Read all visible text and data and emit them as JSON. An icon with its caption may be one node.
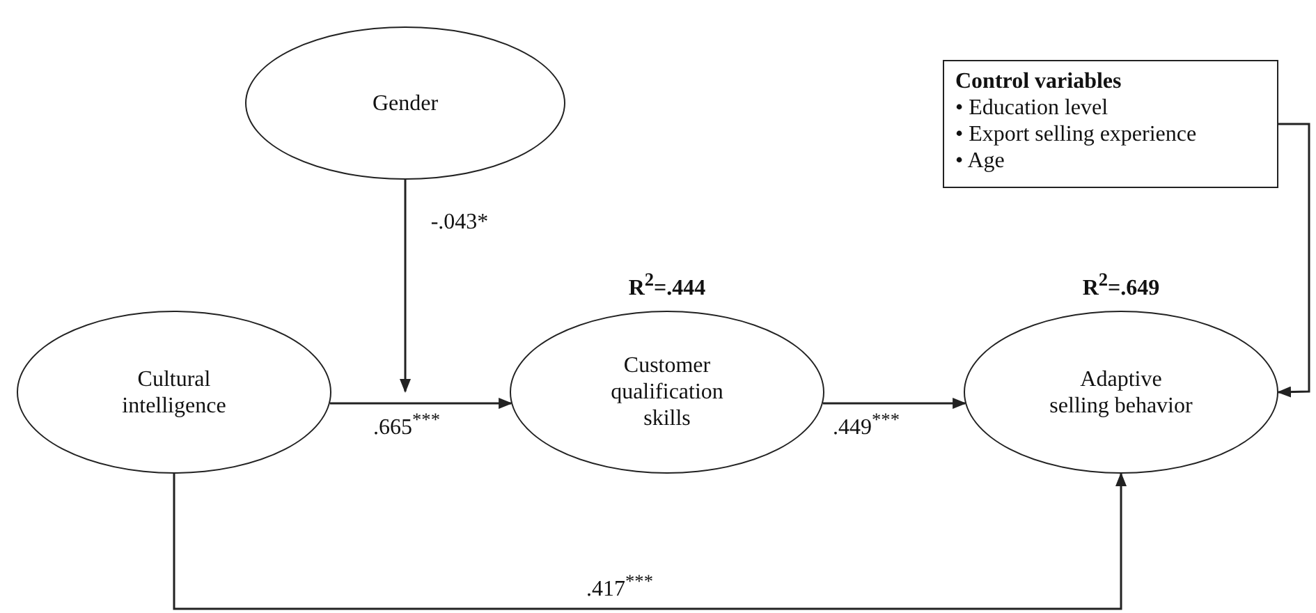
{
  "diagram": {
    "nodes": [
      {
        "text": [
          "Gender"
        ]
      },
      {
        "text": [
          "Control variables",
          "• Education level",
          "• Export selling experience",
          "• Age"
        ]
      },
      {
        "text": [
          "Cultural intelligence"
        ]
      },
      {
        "text": [
          "Customer qualification skills"
        ],
        "beside": [
          "R$^{2}$=.444"
        ]
      },
      {
        "text": [
          "Adaptive selling behavior"
        ],
        "beside": [
          "R$^{2}$=.649"
        ]
      }
    ],
    "edges": [
      {
        "from": 2,
        "to": 3,
        "arrow": "to",
        "label": ".665$^{***}$"
      },
      {
        "from": 3,
        "to": 4,
        "arrow": "to",
        "label": ".449$^{***}$"
      },
      {
        "from": 0,
        "to": null,
        "arrow": "to",
        "label": "-.043*"
      },
      {
        "from": 2,
        "to": 4,
        "arrow": "to",
        "label": ".417$^{***}$"
      },
      {
        "from": 1,
        "to": 4,
        "arrow": "to"
      }
    ]
  }
}
